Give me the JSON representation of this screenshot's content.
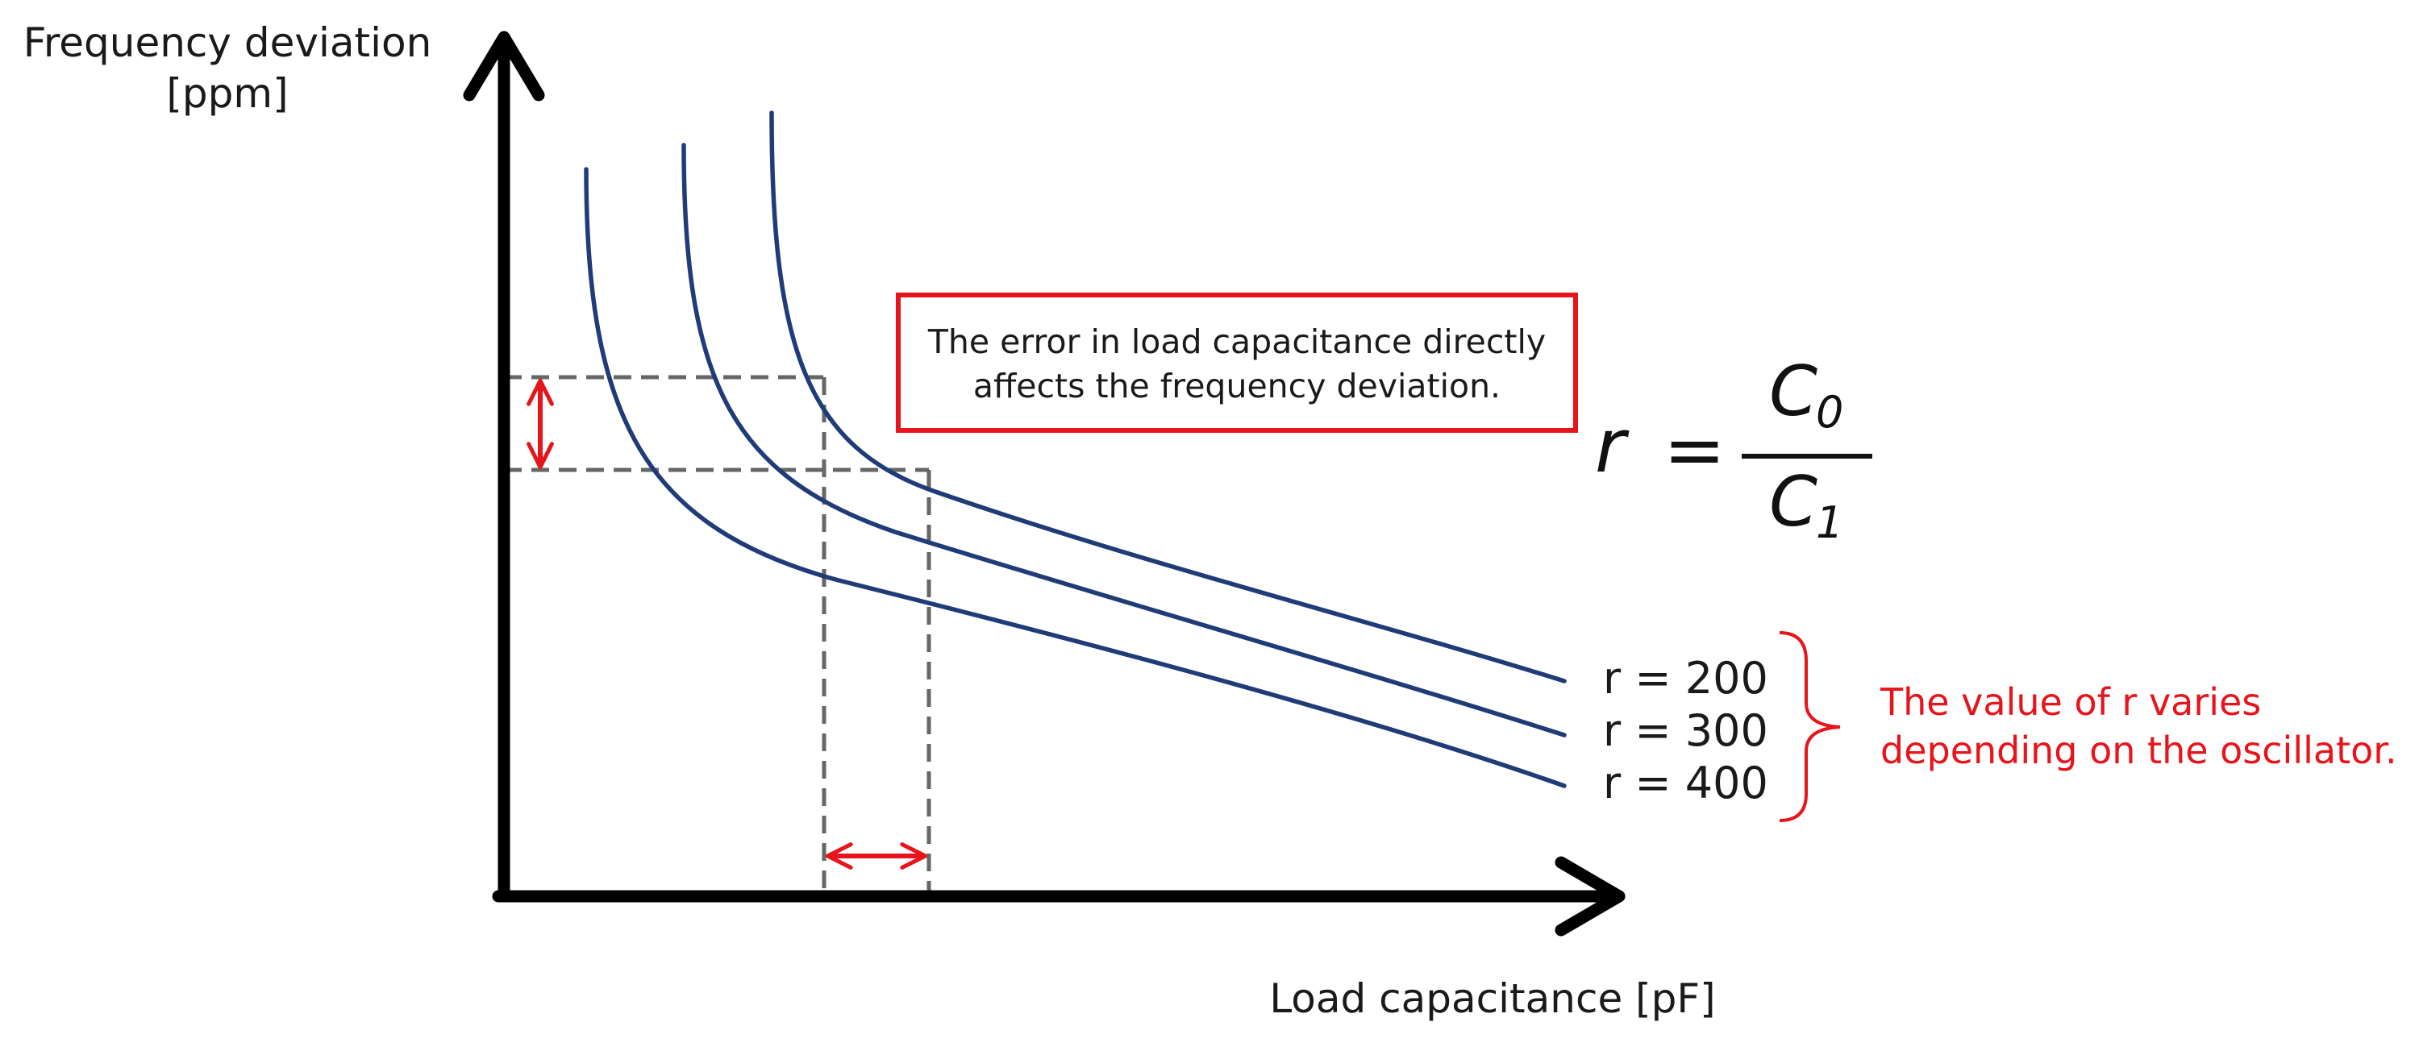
{
  "axes": {
    "y_label_line1": "Frequency deviation",
    "y_label_line2": "[ppm]",
    "x_label": "Load capacitance [pF]"
  },
  "callout": {
    "line1": "The error in load capacitance directly",
    "line2": "affects the frequency deviation."
  },
  "formula": {
    "lhs": "r",
    "equals": "=",
    "numerator": "C",
    "numerator_sub": "0",
    "denominator": "C",
    "denominator_sub": "1"
  },
  "curves": [
    {
      "label": "r = 200"
    },
    {
      "label": "r = 300"
    },
    {
      "label": "r = 400"
    }
  ],
  "note": {
    "line1": "The value of r varies",
    "line2": "depending on the oscillator."
  },
  "colors": {
    "curve": "#1f3c78",
    "axis": "#000000",
    "guide": "#666666",
    "accent_red": "#e8141b",
    "text": "#1a1a1a"
  }
}
